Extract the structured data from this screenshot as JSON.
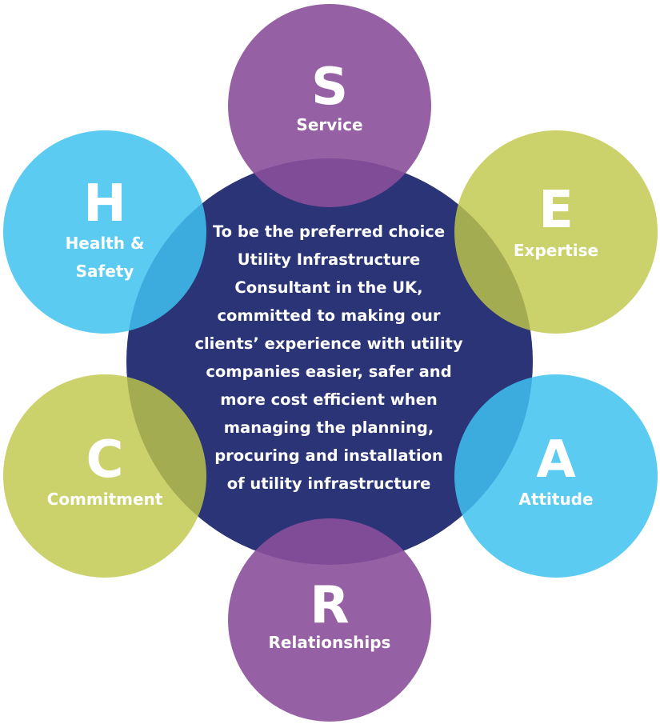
{
  "colors": {
    "center": "#2b3477",
    "purple": "#8b4f9a",
    "green": "#bfc74b",
    "blue": "#3ec2ef",
    "text": "#ffffff"
  },
  "mission": {
    "lines": [
      "To be the preferred choice",
      "Utility Infrastructure",
      "Consultant in the UK,",
      "committed to making our",
      "clients’ experience with utility",
      "companies easier, safer and",
      "more cost efficient when",
      "managing the planning,",
      "procuring and installation",
      "of utility infrastructure"
    ]
  },
  "values": {
    "service": {
      "letter": "S",
      "label": "Service"
    },
    "expertise": {
      "letter": "E",
      "label": "Expertise"
    },
    "attitude": {
      "letter": "A",
      "label": "Attitude"
    },
    "relationships": {
      "letter": "R",
      "label": "Relationships"
    },
    "commitment": {
      "letter": "C",
      "label": "Commitment"
    },
    "health_safety": {
      "letter": "H",
      "label_line1": "Health &",
      "label_line2": "Safety"
    }
  }
}
